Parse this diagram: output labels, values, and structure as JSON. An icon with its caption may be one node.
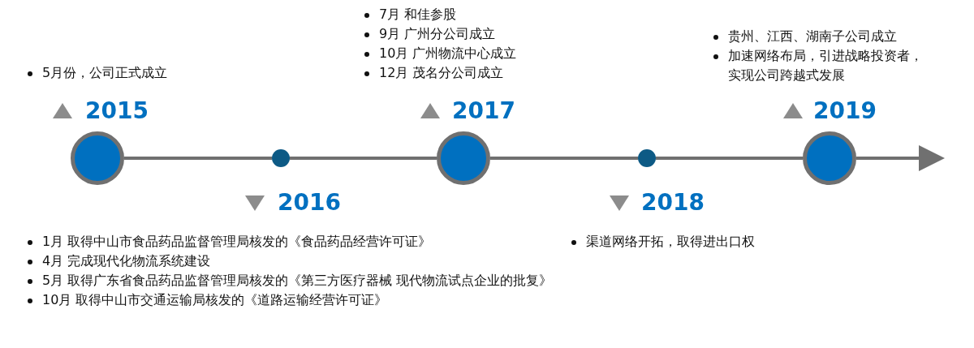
{
  "diagram": {
    "nodes": [
      {
        "text": [],
        "shape": "circle",
        "beside": [
          "2015",
          "5月份，公司正式成立"
        ]
      },
      {
        "text": [],
        "shape": "circle",
        "beside": [
          "2016",
          "1月 取得中山市食品药品监督管理局核发的《食品药品经营许可证》",
          "4月 完成现代化物流系统建设",
          "5月 取得广东省食品药品监督管理局核发的《第三方医疗器械 现代物流试点企业的批复》",
          "10月 取得中山市交通运输局核发的《道路运输经营许可证》"
        ]
      },
      {
        "text": [],
        "shape": "circle",
        "beside": [
          "2017",
          "7月 和佳参股",
          "9月 广州分公司成立",
          "10月 广州物流中心成立",
          "12月 茂名分公司成立"
        ]
      },
      {
        "text": [],
        "shape": "circle",
        "beside": [
          "2018",
          "渠道网络开拓，取得进出口权"
        ]
      },
      {
        "text": [],
        "shape": "circle",
        "beside": [
          "2019",
          "贵州、江西、湖南子公司成立",
          "加速网络布局，引进战略投资者，实现公司跨越式发展"
        ]
      }
    ],
    "edges": [
      {
        "from": 0,
        "to": 1,
        "arrow": "none"
      },
      {
        "from": 1,
        "to": 2,
        "arrow": "none"
      },
      {
        "from": 2,
        "to": 3,
        "arrow": "none"
      },
      {
        "from": 3,
        "to": 4,
        "arrow": "none"
      },
      {
        "from": 4,
        "to": null,
        "arrow": "to"
      }
    ]
  }
}
